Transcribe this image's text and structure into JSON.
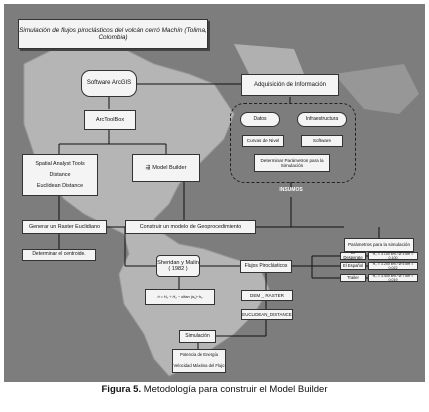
{
  "title": "Simulación de flujos piroclásticos del volcán cerró Machín (Tolima, Colombia)",
  "nodes": {
    "software_arcgis": "Software ArcGIS",
    "adquisicion": "Adquisición de Información",
    "arctoolbox": "ArcToolBox",
    "datos": "Datos",
    "infraestructura": "Infraestructura",
    "curvas": "Curvas de Nivel",
    "software": "Software",
    "determinar_parametros": "Determinar Parámetros para la Simulación",
    "insumos": "INSUMOS",
    "spatial_analyst": "Spatial Analyst Tools",
    "distance": "Distance",
    "euclidean": "Euclidean Distance",
    "model_builder": "Model Builder",
    "generar_raster": "Generar un Raster Euclidiano",
    "construir_modelo": "Construir un modelo de Geoprocedimiento",
    "centroide": "Determinar el centroide.",
    "sheridan": "Sheridan y Malin",
    "sheridan_year": "( 1982 )",
    "flujos": "Flujos Piroclásticos",
    "parametros_simulacion": "Parámetros para la simulación",
    "equation": "h = H₀ + H₀ − d/tan (α₁)−h₀",
    "dem_raster": "DEM _ RASTER",
    "euclidean_distance": "EUCLIDEAN_DISTANCE",
    "simulacion": "Simulación",
    "potencia": "Potencia de Energía",
    "velocidad": "Velocidad Máxima del Flujo"
  },
  "params": [
    {
      "name": "El Desperate",
      "value": "H₀ = 3.100 km / Ø 3 km = 0.100"
    },
    {
      "name": "El Español",
      "value": "H₀ = 3.200 km / Ø 5 km = 0.022"
    },
    {
      "name": "Trailer",
      "value": "H₀ = 3.400 km / Ø 7 km = 0.019"
    }
  ],
  "caption": {
    "label": "Figura 5.",
    "text": "Metodología para construir el Model Builder"
  }
}
